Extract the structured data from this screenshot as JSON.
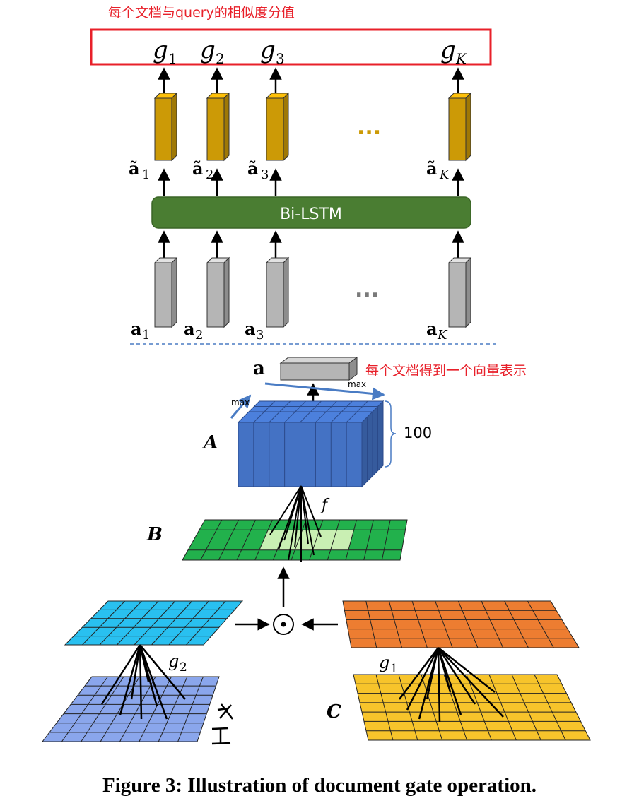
{
  "top_annotation": "每个文档与query的相似度分值",
  "gate_labels": [
    "g1",
    "g2",
    "g3",
    "gK"
  ],
  "gate_subscripts": [
    "1",
    "2",
    "3",
    "K"
  ],
  "atilde_subscripts": [
    "1",
    "2",
    "3",
    "K"
  ],
  "a_subscripts": [
    "1",
    "2",
    "3",
    "K"
  ],
  "ellipsis": "...",
  "bilstm_label": "Bi-LSTM",
  "a_label": "a",
  "vector_annotation": "每个文档得到一个向量表示",
  "max_label_right": "max",
  "max_label_left": "max",
  "depth_label": "100",
  "A_label": "A",
  "B_label": "B",
  "C_label": "C",
  "f_label": "f",
  "odot_symbol": "⊙",
  "g2_label_base": "g",
  "g2_label_sub": "2",
  "g1_label_base": "g",
  "g1_label_sub": "1",
  "X_mark": "X",
  "I_mark": "I",
  "caption": "Figure 3: Illustration of document gate operation.",
  "colors": {
    "red": "#e8202a",
    "gold": "#cc9a06",
    "gray": "#b5b5b5",
    "green_bar": "#4a7d32",
    "blue_cube": "#4472c4",
    "green_grid": "#22b14c",
    "light_green": "#c9efb3",
    "cyan_grid": "#29c0f0",
    "orange_grid": "#ed7d31",
    "lav_grid": "#8aa6ec",
    "yellow_grid": "#f7c42b",
    "dash_blue": "#4a7cc4"
  }
}
